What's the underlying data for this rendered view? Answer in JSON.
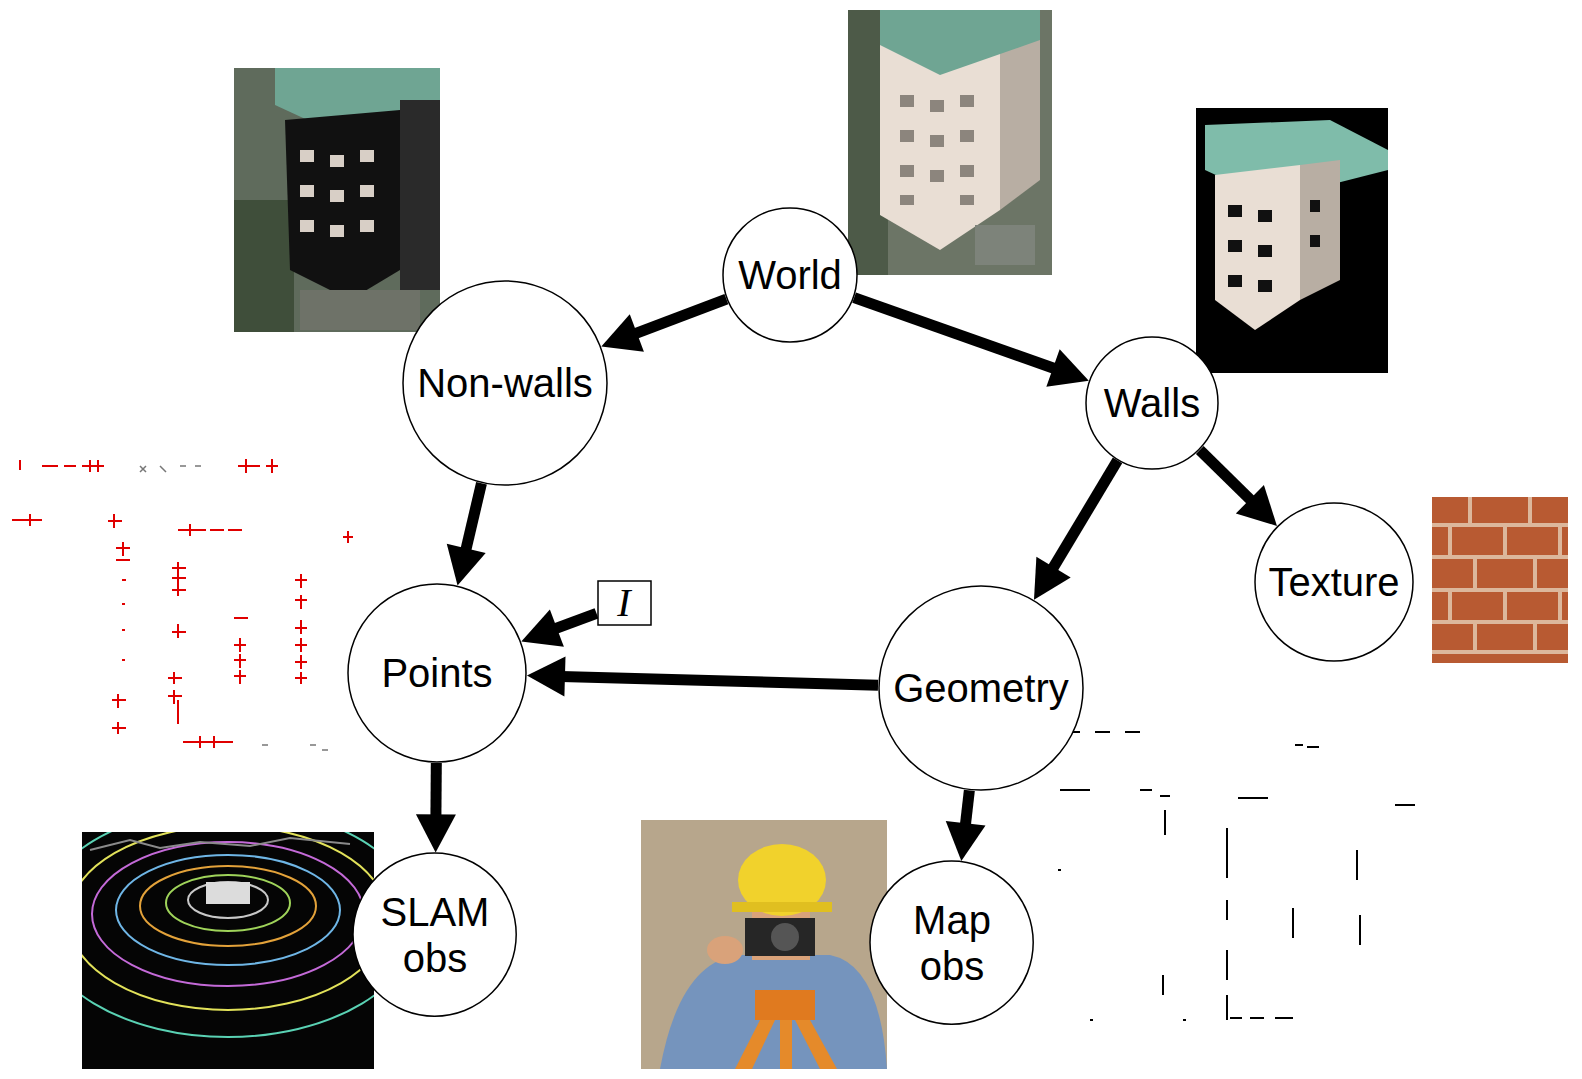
{
  "diagram": {
    "nodes": [
      {
        "text": [
          "World"
        ]
      },
      {
        "text": [
          "Non-walls"
        ]
      },
      {
        "text": [
          "Walls"
        ]
      },
      {
        "text": [
          "Texture"
        ]
      },
      {
        "text": [
          "I"
        ]
      },
      {
        "text": [
          "Points"
        ]
      },
      {
        "text": [
          "Geometry"
        ]
      },
      {
        "text": [
          "SLAM obs"
        ]
      },
      {
        "text": [
          "Map obs"
        ]
      }
    ],
    "edges": [
      {
        "from": 0,
        "to": 1,
        "arrow": "to"
      },
      {
        "from": 0,
        "to": 2,
        "arrow": "to"
      },
      {
        "from": 1,
        "to": 5,
        "arrow": "to"
      },
      {
        "from": 2,
        "to": 6,
        "arrow": "to"
      },
      {
        "from": 2,
        "to": 3,
        "arrow": "to"
      },
      {
        "from": 4,
        "to": 5,
        "arrow": "to"
      },
      {
        "from": 6,
        "to": 5,
        "arrow": "to"
      },
      {
        "from": 5,
        "to": 7,
        "arrow": "to"
      },
      {
        "from": 6,
        "to": 8,
        "arrow": "to"
      }
    ]
  }
}
